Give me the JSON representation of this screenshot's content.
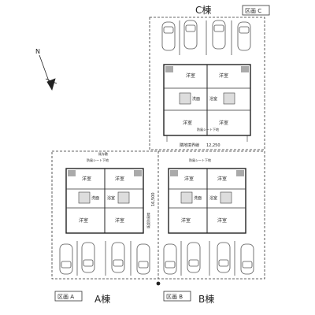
{
  "north": {
    "label": "N"
  },
  "buildings": {
    "c": {
      "label": "C棟",
      "zone": "区画 C"
    },
    "a": {
      "label": "A棟",
      "zone": "区画 A"
    },
    "b": {
      "label": "B棟",
      "zone": "区画 B"
    }
  },
  "rooms": {
    "washitsu": "洋室",
    "senmen": "洗面",
    "yokushitsu": "浴室"
  },
  "dims": {
    "width": "12,250",
    "depth": "16,500"
  },
  "notes": {
    "boundary": "隣地境界線",
    "seat": "防風シート下地",
    "existing": "既存敷",
    "ab_center": "既設防風線"
  }
}
